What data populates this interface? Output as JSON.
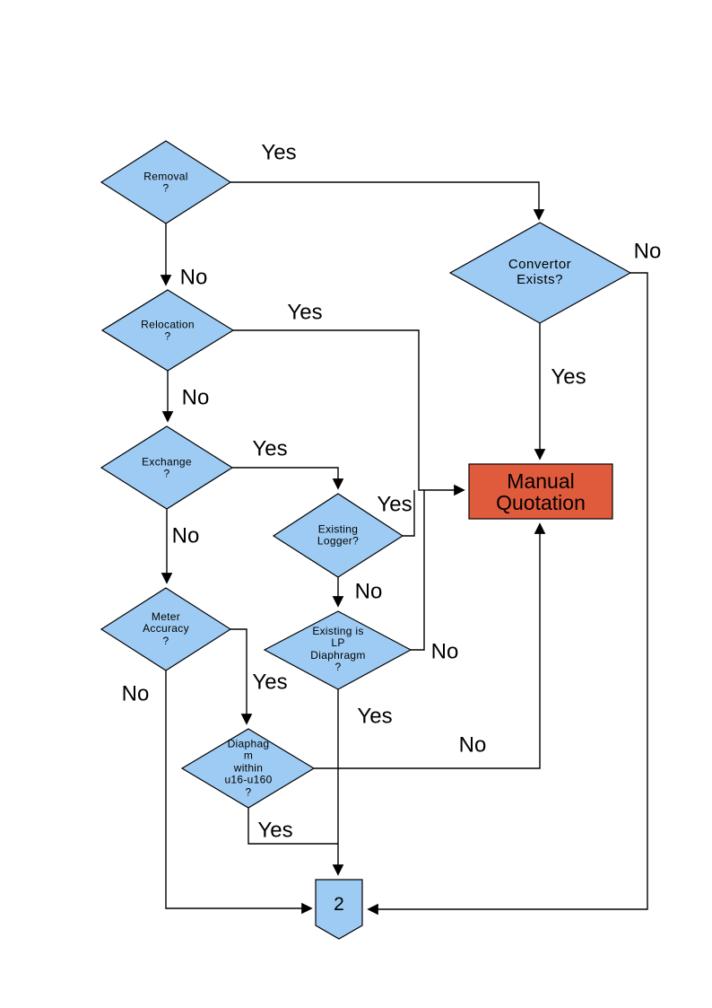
{
  "diagram": {
    "type": "flowchart",
    "colors": {
      "background": "#FFFFFF",
      "node_fill": "#9ECBF3",
      "node_stroke": "#000000",
      "terminal_fill": "#E05A3C",
      "line": "#000000",
      "text": "#000000"
    },
    "nodes": {
      "removal": {
        "shape": "diamond",
        "label": "Removal\n?"
      },
      "relocation": {
        "shape": "diamond",
        "label": "Relocation\n?"
      },
      "exchange": {
        "shape": "diamond",
        "label": "Exchange\n?"
      },
      "meter_accuracy": {
        "shape": "diamond",
        "label": "Meter\nAccuracy\n?"
      },
      "convertor_exists": {
        "shape": "diamond",
        "label": "Convertor\nExists?"
      },
      "existing_logger": {
        "shape": "diamond",
        "label": "Existing\nLogger?"
      },
      "existing_lp_diaphragm": {
        "shape": "diamond",
        "label": "Existing is\nLP\nDiaphragm\n?"
      },
      "diaphragm_within": {
        "shape": "diamond",
        "label": "Diaphag\nm\nwithin\nu16-u160\n?"
      },
      "manual_quotation": {
        "shape": "rectangle",
        "label": "Manual\nQuotation"
      },
      "connector_2": {
        "shape": "off-page-connector",
        "label": "2"
      }
    },
    "edges": [
      {
        "from": "removal",
        "to": "convertor_exists",
        "label": "Yes"
      },
      {
        "from": "removal",
        "to": "relocation",
        "label": "No"
      },
      {
        "from": "relocation",
        "to": "manual_quotation",
        "label": "Yes"
      },
      {
        "from": "relocation",
        "to": "exchange",
        "label": "No"
      },
      {
        "from": "exchange",
        "to": "existing_logger",
        "label": "Yes"
      },
      {
        "from": "exchange",
        "to": "meter_accuracy",
        "label": "No"
      },
      {
        "from": "convertor_exists",
        "to": "manual_quotation",
        "label": "Yes"
      },
      {
        "from": "convertor_exists",
        "to": "connector_2",
        "label": "No"
      },
      {
        "from": "existing_logger",
        "to": "manual_quotation",
        "label": "Yes"
      },
      {
        "from": "existing_logger",
        "to": "existing_lp_diaphragm",
        "label": "No"
      },
      {
        "from": "existing_lp_diaphragm",
        "to": "manual_quotation",
        "label": "No"
      },
      {
        "from": "existing_lp_diaphragm",
        "to": "connector_2",
        "label": "Yes"
      },
      {
        "from": "meter_accuracy",
        "to": "diaphragm_within",
        "label": "Yes"
      },
      {
        "from": "meter_accuracy",
        "to": "connector_2",
        "label": "No"
      },
      {
        "from": "diaphragm_within",
        "to": "connector_2",
        "label": "Yes"
      },
      {
        "from": "diaphragm_within",
        "to": "manual_quotation",
        "label": "No"
      }
    ]
  }
}
